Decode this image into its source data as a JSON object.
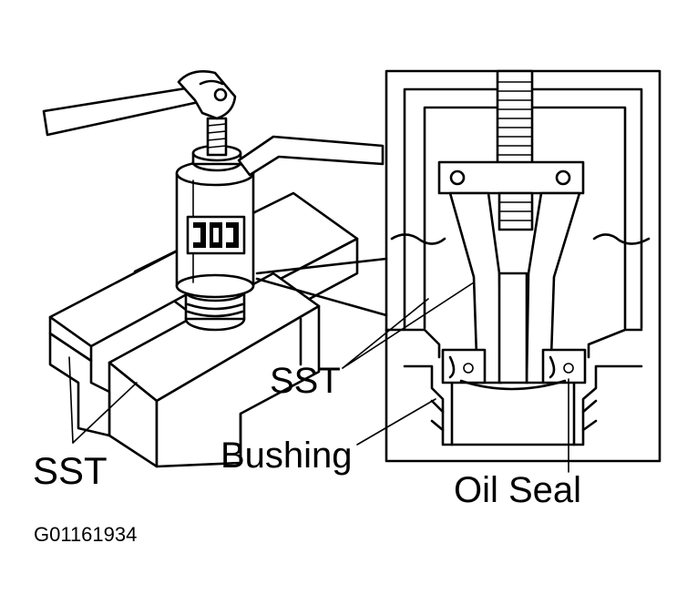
{
  "labels": {
    "sst_left": "SST",
    "sst_mid": "SST",
    "bushing": "Bushing",
    "oil_seal": "Oil Seal",
    "figure_id": "G01161934"
  },
  "icons": {
    "press_tool": "adjustable-wrench-on-puller-illustration",
    "detail_view": "cross-section-detail"
  },
  "colors": {
    "ink": "#000000",
    "background": "#ffffff"
  }
}
